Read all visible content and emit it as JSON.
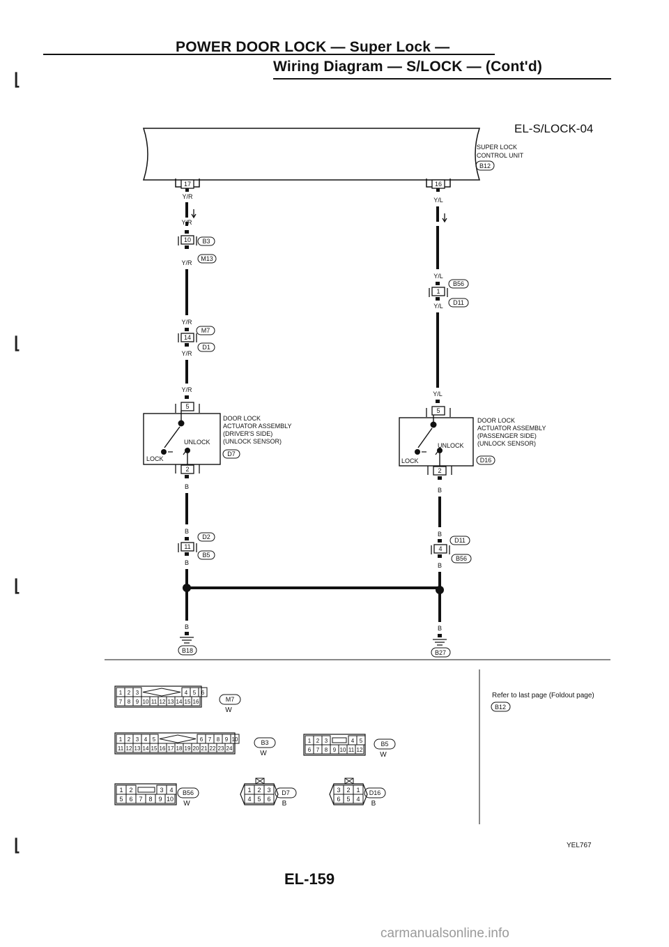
{
  "header": {
    "title": "POWER DOOR LOCK — Super Lock —",
    "subtitle": "Wiring Diagram — S/LOCK — (Cont'd)"
  },
  "diagram": {
    "code": "EL-S/LOCK-04",
    "control_unit": {
      "line1": "SUPER LOCK",
      "line2": "CONTROL UNIT",
      "connector": "B12"
    },
    "left_branch": {
      "pin_top": "17",
      "wire": "Y/R",
      "junction1": {
        "pin": "10",
        "upper_conn": "B3",
        "lower_conn": "M13"
      },
      "junction2": {
        "pin": "14",
        "upper_conn": "M7",
        "lower_conn": "D1"
      },
      "actuator": {
        "pin_top": "5",
        "pin_bottom": "2",
        "line1": "DOOR LOCK",
        "line2": "ACTUATOR ASSEMBLY",
        "line3": "(DRIVER'S SIDE)",
        "line4": "(UNLOCK SENSOR)",
        "connector": "D7",
        "unlock": "UNLOCK",
        "lock": "LOCK"
      },
      "wire_bottom": "B",
      "junction3": {
        "pin": "11",
        "upper_conn": "D2",
        "lower_conn": "B5"
      },
      "ground": "B18"
    },
    "right_branch": {
      "pin_top": "16",
      "wire": "Y/L",
      "junction1": {
        "pin": "1",
        "upper_conn": "B56",
        "lower_conn": "D11"
      },
      "actuator": {
        "pin_top": "5",
        "pin_bottom": "2",
        "line1": "DOOR LOCK",
        "line2": "ACTUATOR ASSEMBLY",
        "line3": "(PASSENGER SIDE)",
        "line4": "(UNLOCK SENSOR)",
        "connector": "D16",
        "unlock": "UNLOCK",
        "lock": "LOCK"
      },
      "wire_bottom": "B",
      "junction3": {
        "pin": "4",
        "upper_conn": "D11",
        "lower_conn": "B56"
      },
      "ground": "B27"
    }
  },
  "refer_note": {
    "text": "Refer to last page (Foldout page)",
    "connector": "B12"
  },
  "connectors": [
    {
      "id": "M7",
      "color": "W",
      "row1": [
        "1",
        "2",
        "3",
        "4",
        "5",
        "6"
      ],
      "row2": [
        "7",
        "8",
        "9",
        "10",
        "11",
        "12",
        "13",
        "14",
        "15",
        "16"
      ]
    },
    {
      "id": "B3",
      "color": "W",
      "row1": [
        "1",
        "2",
        "3",
        "4",
        "5",
        "6",
        "7",
        "8",
        "9",
        "10"
      ],
      "row2": [
        "11",
        "12",
        "13",
        "14",
        "15",
        "16",
        "17",
        "18",
        "19",
        "20",
        "21",
        "22",
        "23",
        "24"
      ]
    },
    {
      "id": "B5",
      "color": "W",
      "row1": [
        "1",
        "2",
        "3",
        "4",
        "5"
      ],
      "row2": [
        "6",
        "7",
        "8",
        "9",
        "10",
        "11",
        "12"
      ]
    },
    {
      "id": "B56",
      "color": "W",
      "row1": [
        "1",
        "2",
        "3",
        "4"
      ],
      "row2": [
        "5",
        "6",
        "7",
        "8",
        "9",
        "10"
      ]
    },
    {
      "id": "D7",
      "color": "B",
      "row1": [
        "1",
        "2",
        "3"
      ],
      "row2": [
        "4",
        "5",
        "6"
      ]
    },
    {
      "id": "D16",
      "color": "B",
      "row1": [
        "3",
        "2",
        "1"
      ],
      "row2": [
        "6",
        "5",
        "4"
      ]
    }
  ],
  "footer": {
    "figure_id": "YEL767",
    "page": "EL-159"
  },
  "watermark": "carmanualsonline.info"
}
